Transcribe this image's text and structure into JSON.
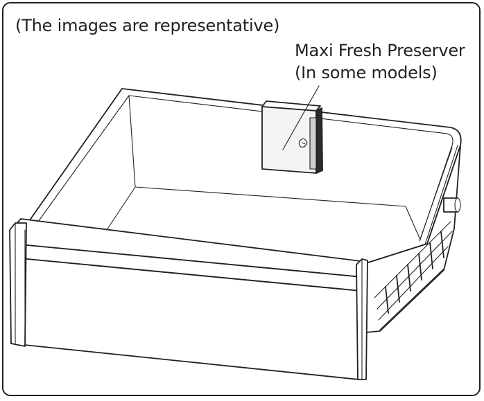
{
  "note": "(The images are representative)",
  "callout": {
    "line1": "Maxi Fresh Preserver",
    "line2": "(In some models)"
  },
  "colors": {
    "ink": "#231f20",
    "paper": "#ffffff",
    "device_face": "#f4f4f4",
    "device_side": "#2b2b2b"
  },
  "icons": {
    "vegetable_drawer": "crisper-drawer-icon",
    "device": "fresh-preserver-icon"
  }
}
